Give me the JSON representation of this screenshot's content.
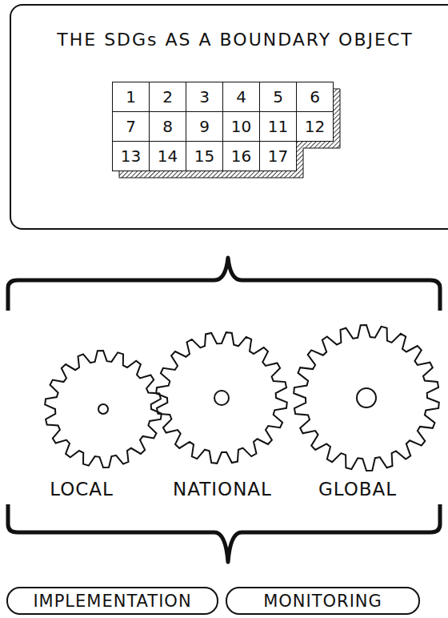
{
  "diagram": {
    "nodes": [
      {
        "text": [
          "THE SDGs AS A BOUNDARY OBJECT"
        ]
      },
      {
        "text": [
          "1"
        ],
        "in": 0
      },
      {
        "text": [
          "2"
        ],
        "in": 0
      },
      {
        "text": [
          "3"
        ],
        "in": 0
      },
      {
        "text": [
          "4"
        ],
        "in": 0
      },
      {
        "text": [
          "5"
        ],
        "in": 0
      },
      {
        "text": [
          "6"
        ],
        "in": 0
      },
      {
        "text": [
          "7"
        ],
        "in": 0
      },
      {
        "text": [
          "8"
        ],
        "in": 0
      },
      {
        "text": [
          "9"
        ],
        "in": 0
      },
      {
        "text": [
          "10"
        ],
        "in": 0
      },
      {
        "text": [
          "11"
        ],
        "in": 0
      },
      {
        "text": [
          "12"
        ],
        "in": 0
      },
      {
        "text": [
          "13"
        ],
        "in": 0
      },
      {
        "text": [
          "14"
        ],
        "in": 0
      },
      {
        "text": [
          "15"
        ],
        "in": 0
      },
      {
        "text": [
          "16"
        ],
        "in": 0
      },
      {
        "text": [
          "17"
        ],
        "in": 0
      },
      {
        "text": [
          "IMPLEMENTATION"
        ]
      },
      {
        "text": [
          "MONITORING"
        ]
      }
    ],
    "labels": [
      "LOCAL",
      "NATIONAL",
      "GLOBAL"
    ]
  }
}
